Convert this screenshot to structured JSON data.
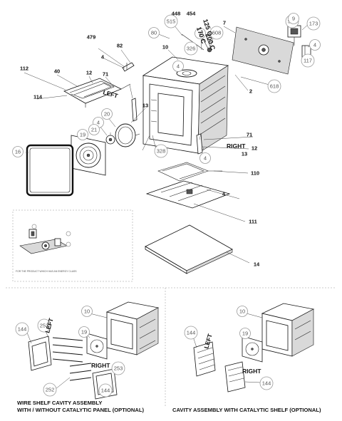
{
  "main_callouts": [
    {
      "id": "515",
      "style": "circle"
    },
    {
      "id": "448",
      "style": "bold"
    },
    {
      "id": "454",
      "style": "bold"
    },
    {
      "id": "80",
      "style": "circle"
    },
    {
      "id": "608",
      "style": "circle"
    },
    {
      "id": "4",
      "style": "circle"
    },
    {
      "id": "326",
      "style": "circle"
    },
    {
      "id": "7",
      "style": "bold"
    },
    {
      "id": "551",
      "style": "circle"
    },
    {
      "id": "9",
      "style": "circle"
    },
    {
      "id": "173",
      "style": "circle"
    },
    {
      "id": "4",
      "style": "circle"
    },
    {
      "id": "117",
      "style": "circle"
    },
    {
      "id": "479",
      "style": "bold"
    },
    {
      "id": "82",
      "style": "bold"
    },
    {
      "id": "10",
      "style": "bold"
    },
    {
      "id": "4",
      "style": "bold"
    },
    {
      "id": "4",
      "style": "circle"
    },
    {
      "id": "112",
      "style": "bold"
    },
    {
      "id": "40",
      "style": "bold"
    },
    {
      "id": "12",
      "style": "bold"
    },
    {
      "id": "71",
      "style": "bold"
    },
    {
      "id": "114",
      "style": "bold"
    },
    {
      "id": "2",
      "style": "bold"
    },
    {
      "id": "618",
      "style": "circle"
    },
    {
      "id": "13",
      "style": "bold"
    },
    {
      "id": "20",
      "style": "circle"
    },
    {
      "id": "4",
      "style": "circle"
    },
    {
      "id": "21",
      "style": "circle"
    },
    {
      "id": "19",
      "style": "circle"
    },
    {
      "id": "16",
      "style": "circle"
    },
    {
      "id": "71",
      "style": "bold"
    },
    {
      "id": "12",
      "style": "bold"
    },
    {
      "id": "13",
      "style": "bold"
    },
    {
      "id": "4",
      "style": "circle"
    },
    {
      "id": "328",
      "style": "circle"
    },
    {
      "id": "110",
      "style": "bold"
    },
    {
      "id": "4",
      "style": "bold"
    },
    {
      "id": "111",
      "style": "bold"
    },
    {
      "id": "14",
      "style": "bold"
    }
  ],
  "temperature_labels": [
    "125 C",
    "170 C",
    "200 C"
  ],
  "left_label": "LEFT",
  "right_label": "RIGHT",
  "inset_note": "FOR THE PRODUCT WHICH HAS AN ENERGY CLASS",
  "wire_shelf_callouts": [
    "144",
    "253",
    "10",
    "19",
    "253",
    "252",
    "144"
  ],
  "catalytic_callouts": [
    "10",
    "144",
    "19",
    "144"
  ],
  "caption_wire_line1": "WIRE SHELF CAVITY ASSEMBLY",
  "caption_wire_line2": "WITH / WITHOUT CATALYTIC PANEL (OPTIONAL)",
  "caption_catalytic": "CAVITY ASSEMBLY WITH CATALYTIC SHELF (OPTIONAL)"
}
